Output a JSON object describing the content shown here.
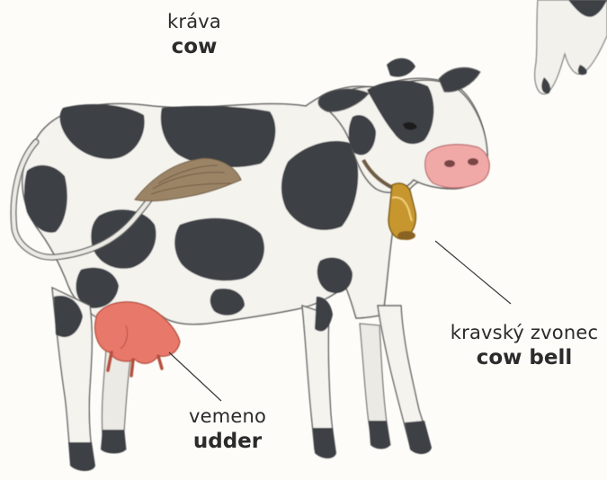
{
  "labels": {
    "cow": {
      "native": "kráva",
      "english": "cow"
    },
    "cow_bell": {
      "native": "kravský zvonec",
      "english": "cow bell"
    },
    "udder": {
      "native": "vemeno",
      "english": "udder"
    }
  },
  "colors": {
    "background": "#fdfcf8",
    "cow_body": "#f4f3ee",
    "cow_spots": "#3e4045",
    "udder": "#e8786a",
    "bell": "#c7962f",
    "tail_tuft": "#9b8466",
    "text": "#2b2b2b"
  }
}
